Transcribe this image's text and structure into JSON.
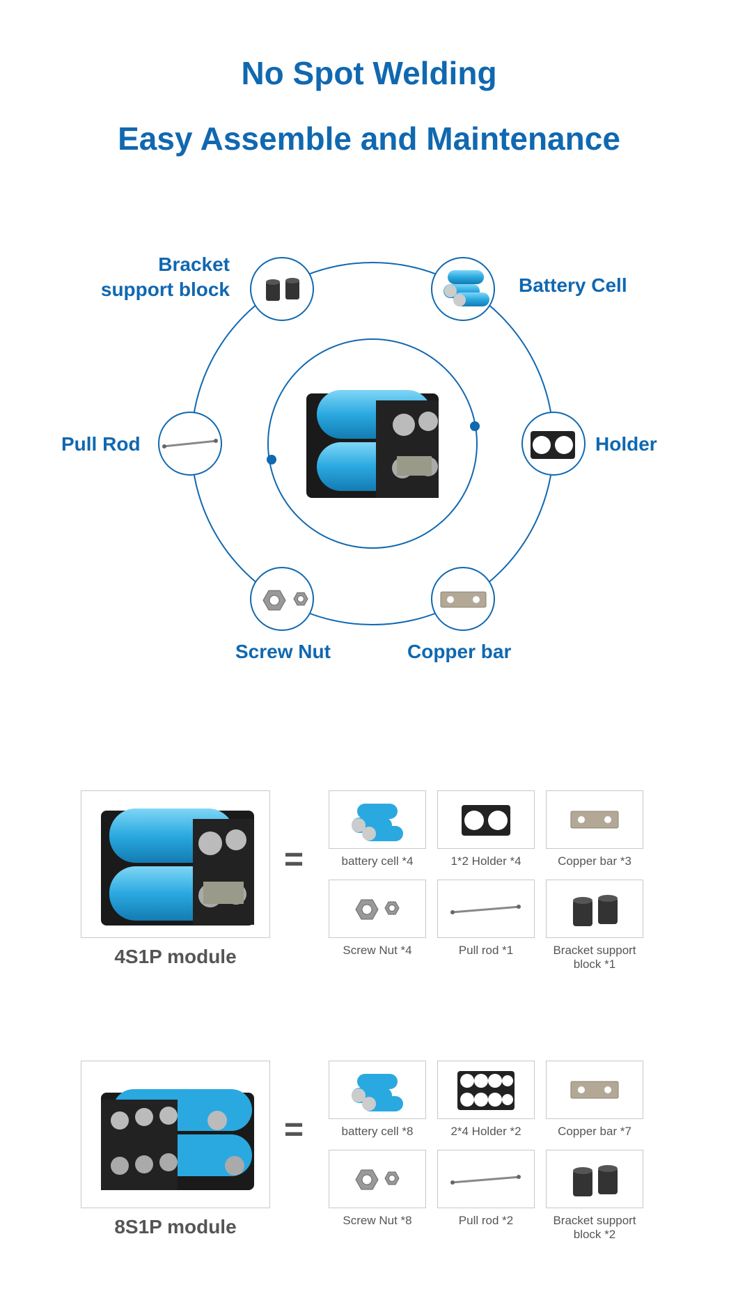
{
  "headline": {
    "line1": "No Spot Welding",
    "line2": "Easy Assemble and Maintenance"
  },
  "diagram": {
    "labels": {
      "bracket_line1": "Bracket",
      "bracket_line2": "support block",
      "battery_cell": "Battery Cell",
      "pull_rod": "Pull Rod",
      "holder": "Holder",
      "screw_nut": "Screw Nut",
      "copper_bar": "Copper bar"
    }
  },
  "modules": [
    {
      "name": "4S1P module",
      "equals": "=",
      "parts": [
        "battery cell *4",
        "1*2 Holder *4",
        "Copper bar *3",
        "Screw Nut *4",
        "Pull rod *1",
        "Bracket support block *1"
      ]
    },
    {
      "name": "8S1P module",
      "equals": "=",
      "parts": [
        "battery cell *8",
        "2*4 Holder *2",
        "Copper bar *7",
        "Screw Nut *8",
        "Pull rod *2",
        "Bracket support block *2"
      ]
    }
  ],
  "colors": {
    "accent": "#1068b0",
    "cell_blue": "#2aa9e0",
    "text_gray": "#555555"
  }
}
